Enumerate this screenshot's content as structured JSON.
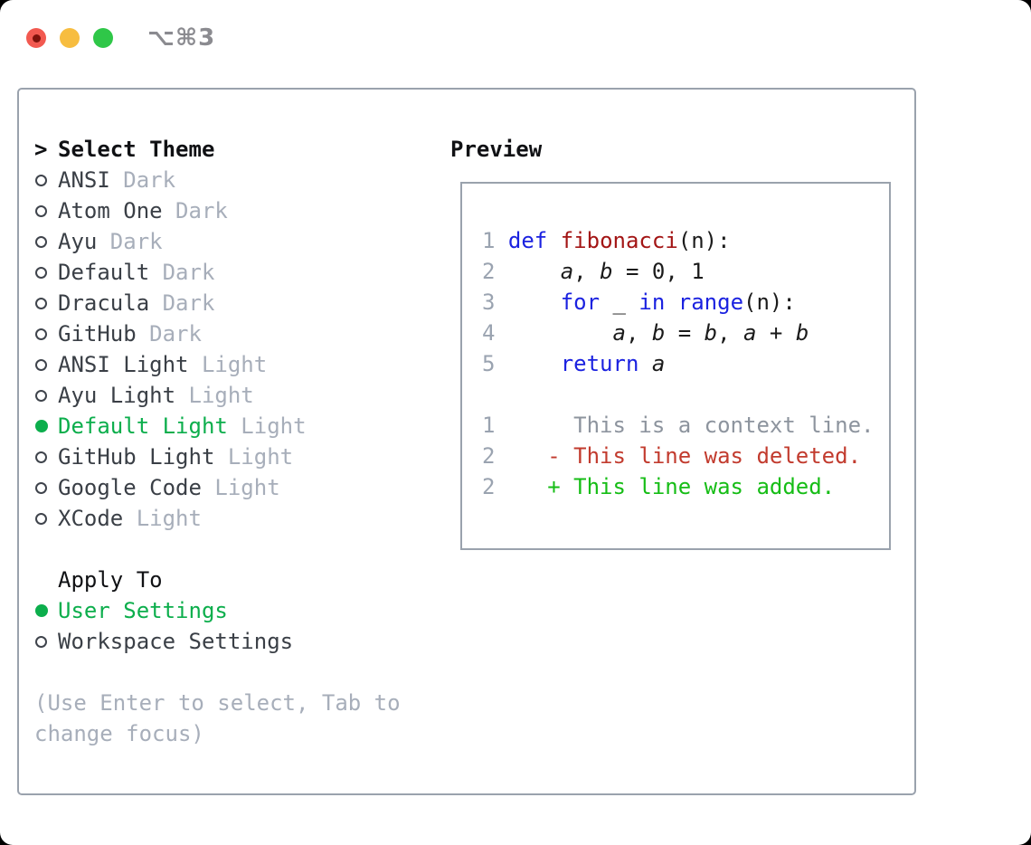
{
  "window": {
    "title": "⌥⌘3"
  },
  "theme_list": {
    "cursor": ">",
    "header": "Select Theme",
    "items": [
      {
        "name": "ANSI",
        "variant": "Dark",
        "selected": false
      },
      {
        "name": "Atom One",
        "variant": "Dark",
        "selected": false
      },
      {
        "name": "Ayu",
        "variant": "Dark",
        "selected": false
      },
      {
        "name": "Default",
        "variant": "Dark",
        "selected": false
      },
      {
        "name": "Dracula",
        "variant": "Dark",
        "selected": false
      },
      {
        "name": "GitHub",
        "variant": "Dark",
        "selected": false
      },
      {
        "name": "ANSI Light",
        "variant": "Light",
        "selected": false
      },
      {
        "name": "Ayu Light",
        "variant": "Light",
        "selected": false
      },
      {
        "name": "Default Light",
        "variant": "Light",
        "selected": true
      },
      {
        "name": "GitHub Light",
        "variant": "Light",
        "selected": false
      },
      {
        "name": "Google Code",
        "variant": "Light",
        "selected": false
      },
      {
        "name": "XCode",
        "variant": "Light",
        "selected": false
      }
    ]
  },
  "apply_to": {
    "label": "Apply To",
    "options": [
      {
        "name": "User Settings",
        "selected": true
      },
      {
        "name": "Workspace Settings",
        "selected": false
      }
    ]
  },
  "help_text": "(Use Enter to select, Tab to change focus)",
  "preview": {
    "label": "Preview",
    "code_lines": [
      {
        "num": "1",
        "tokens": [
          {
            "text": "def",
            "type": "keyword"
          },
          {
            "text": " ",
            "type": "plain"
          },
          {
            "text": "fibonacci",
            "type": "function"
          },
          {
            "text": "(n):",
            "type": "plain"
          }
        ]
      },
      {
        "num": "2",
        "tokens": [
          {
            "text": "    ",
            "type": "plain"
          },
          {
            "text": "a",
            "type": "variable"
          },
          {
            "text": ", ",
            "type": "plain"
          },
          {
            "text": "b",
            "type": "variable"
          },
          {
            "text": " = 0, 1",
            "type": "plain"
          }
        ]
      },
      {
        "num": "3",
        "tokens": [
          {
            "text": "    ",
            "type": "plain"
          },
          {
            "text": "for",
            "type": "keyword"
          },
          {
            "text": " _ ",
            "type": "plain"
          },
          {
            "text": "in",
            "type": "keyword"
          },
          {
            "text": " ",
            "type": "plain"
          },
          {
            "text": "range",
            "type": "keyword"
          },
          {
            "text": "(n):",
            "type": "plain"
          }
        ]
      },
      {
        "num": "4",
        "tokens": [
          {
            "text": "        ",
            "type": "plain"
          },
          {
            "text": "a",
            "type": "variable"
          },
          {
            "text": ", ",
            "type": "plain"
          },
          {
            "text": "b",
            "type": "variable"
          },
          {
            "text": " = ",
            "type": "plain"
          },
          {
            "text": "b",
            "type": "variable"
          },
          {
            "text": ", ",
            "type": "plain"
          },
          {
            "text": "a",
            "type": "variable"
          },
          {
            "text": " + ",
            "type": "plain"
          },
          {
            "text": "b",
            "type": "variable"
          }
        ]
      },
      {
        "num": "5",
        "tokens": [
          {
            "text": "    ",
            "type": "plain"
          },
          {
            "text": "return",
            "type": "keyword"
          },
          {
            "text": " ",
            "type": "plain"
          },
          {
            "text": "a",
            "type": "variable"
          }
        ]
      }
    ],
    "diff_lines": [
      {
        "num": "1",
        "marker": " ",
        "text": "This is a context line.",
        "type": "context"
      },
      {
        "num": "2",
        "marker": "-",
        "text": "This line was deleted.",
        "type": "deleted"
      },
      {
        "num": "2",
        "marker": "+",
        "text": "This line was added.",
        "type": "added"
      }
    ]
  },
  "colors": {
    "accent_green": "#0cae4c",
    "keyword_blue": "#1b22e0",
    "function_red": "#a31515",
    "deleted_red": "#c23b2e",
    "added_green": "#16bd16",
    "context_gray": "#8d949e",
    "line_number_gray": "#9aa3b0",
    "variant_gray": "#a7aeba",
    "item_text": "#3a3f46",
    "panel_border": "#9aa2ad",
    "titlebar_text": "#8b8b90",
    "traffic_red": "#f25950",
    "traffic_red_dot": "#7e120b",
    "traffic_yellow": "#f7bd40",
    "traffic_green": "#2fc748"
  }
}
